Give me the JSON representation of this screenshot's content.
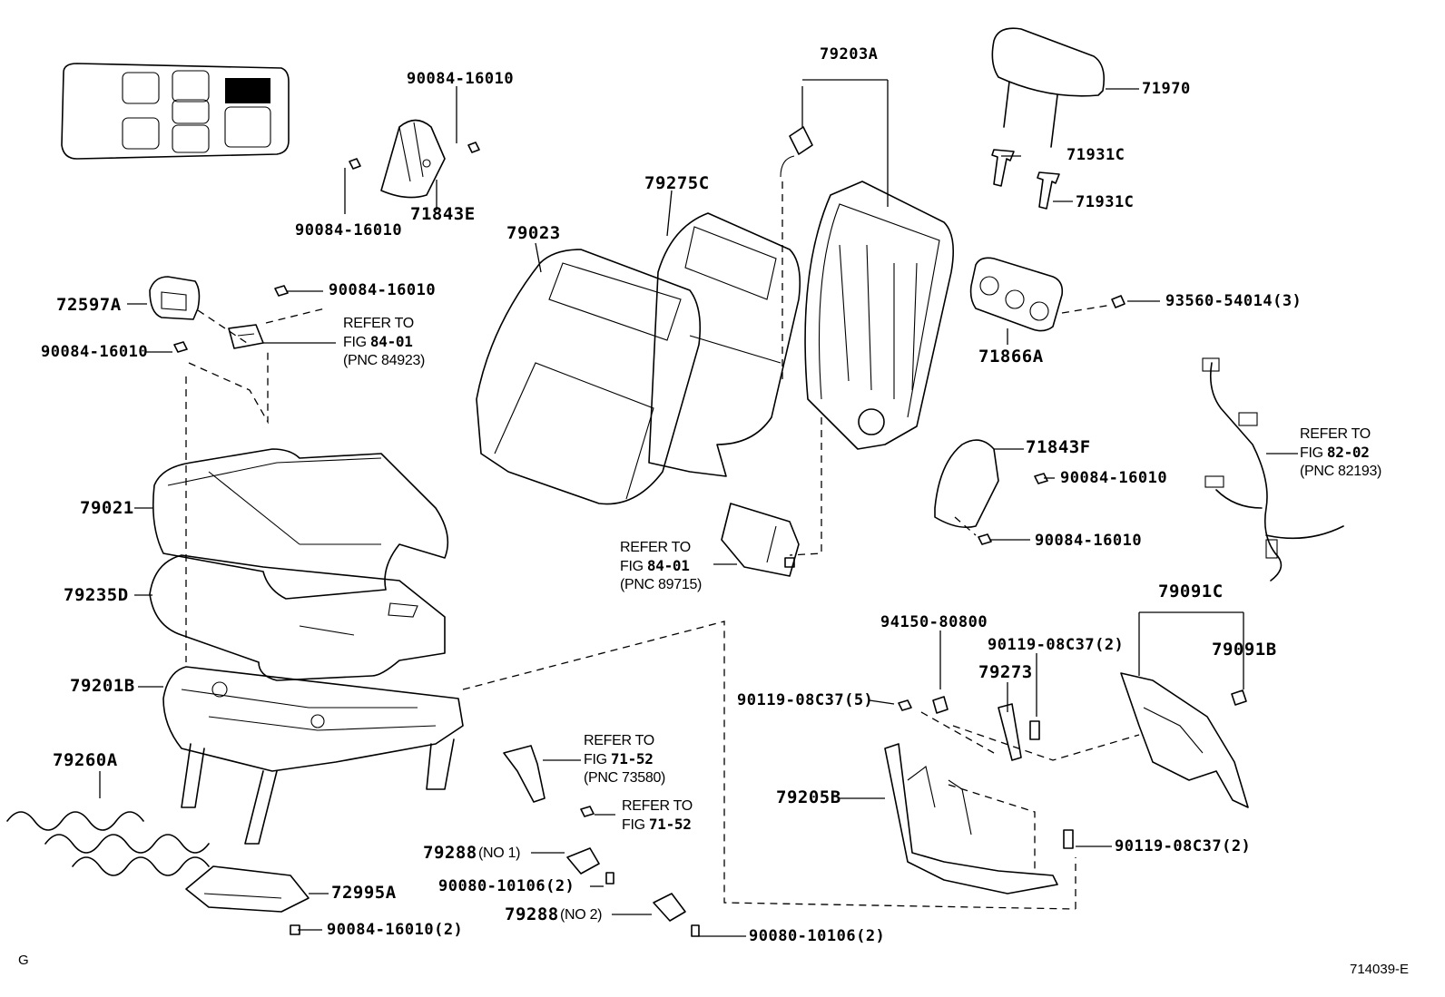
{
  "labels": {
    "p79203A": "79203A",
    "p71970": "71970",
    "p71931C_1": "71931C",
    "p71931C_2": "71931C",
    "p90084_top": "90084-16010",
    "p90084_left": "90084-16010",
    "p71843E": "71843E",
    "p79275C": "79275C",
    "p79023": "79023",
    "p72597A": "72597A",
    "p90084_mid": "90084-16010",
    "p90084_mid2": "90084-16010",
    "p93560": "93560-54014(3)",
    "p71866A": "71866A",
    "p71843F": "71843F",
    "p90084_f1": "90084-16010",
    "p90084_f2": "90084-16010",
    "p79021": "79021",
    "p79235D": "79235D",
    "p79201B": "79201B",
    "p79260A": "79260A",
    "p72995A": "72995A",
    "p90084_bot": "90084-16010(2)",
    "p94150": "94150-80800",
    "p90119_a": "90119-08C37(2)",
    "p79273": "79273",
    "p90119_b": "90119-08C37(5)",
    "p79205B": "79205B",
    "p90119_c": "90119-08C37(2)",
    "p79091C": "79091C",
    "p79091B": "79091B",
    "p79288_1": "79288",
    "p79288_1_no": "(NO 1)",
    "p90080_1": "90080-10106(2)",
    "p79288_2": "79288",
    "p79288_2_no": "(NO 2)",
    "p90080_2": "90080-10106(2)"
  },
  "refs": {
    "r84923": {
      "l1": "REFER TO",
      "l2a": "FIG ",
      "l2b": "84-01",
      "l3": "(PNC 84923)"
    },
    "r89715": {
      "l1": "REFER TO",
      "l2a": "FIG ",
      "l2b": "84-01",
      "l3": "(PNC 89715)"
    },
    "r82193": {
      "l1": "REFER TO",
      "l2a": "FIG ",
      "l2b": "82-02",
      "l3": "(PNC 82193)"
    },
    "r73580": {
      "l1": "REFER TO",
      "l2a": "FIG ",
      "l2b": "71-52",
      "l3": "(PNC 73580)"
    },
    "r7152b": {
      "l1": "REFER TO",
      "l2a": "FIG ",
      "l2b": "71-52"
    }
  },
  "corner": {
    "left": "G",
    "right": "714039-E"
  }
}
